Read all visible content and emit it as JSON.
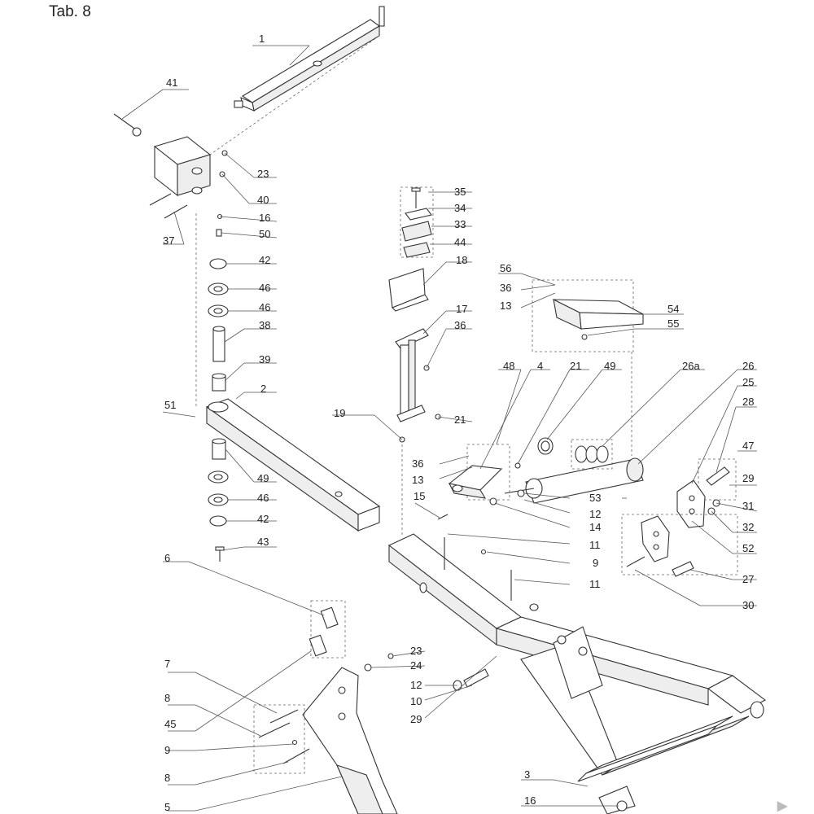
{
  "header": {
    "title": "Tab. 8"
  },
  "callouts": [
    {
      "id": "c1",
      "label": "1"
    },
    {
      "id": "c41",
      "label": "41"
    },
    {
      "id": "c23a",
      "label": "23"
    },
    {
      "id": "c40",
      "label": "40"
    },
    {
      "id": "c16a",
      "label": "16"
    },
    {
      "id": "c37",
      "label": "37"
    },
    {
      "id": "c50",
      "label": "50"
    },
    {
      "id": "c42a",
      "label": "42"
    },
    {
      "id": "c46a",
      "label": "46"
    },
    {
      "id": "c46b",
      "label": "46"
    },
    {
      "id": "c38",
      "label": "38"
    },
    {
      "id": "c39",
      "label": "39"
    },
    {
      "id": "c51",
      "label": "51"
    },
    {
      "id": "c2",
      "label": "2"
    },
    {
      "id": "c49a",
      "label": "49"
    },
    {
      "id": "c46c",
      "label": "46"
    },
    {
      "id": "c42b",
      "label": "42"
    },
    {
      "id": "c43",
      "label": "43"
    },
    {
      "id": "c6",
      "label": "6"
    },
    {
      "id": "c35",
      "label": "35"
    },
    {
      "id": "c34",
      "label": "34"
    },
    {
      "id": "c33",
      "label": "33"
    },
    {
      "id": "c44",
      "label": "44"
    },
    {
      "id": "c18",
      "label": "18"
    },
    {
      "id": "c17",
      "label": "17"
    },
    {
      "id": "c36a",
      "label": "36"
    },
    {
      "id": "c21a",
      "label": "21"
    },
    {
      "id": "c19",
      "label": "19"
    },
    {
      "id": "c56",
      "label": "56"
    },
    {
      "id": "c36b",
      "label": "36"
    },
    {
      "id": "c13a",
      "label": "13"
    },
    {
      "id": "c54",
      "label": "54"
    },
    {
      "id": "c55",
      "label": "55"
    },
    {
      "id": "c48",
      "label": "48"
    },
    {
      "id": "c4",
      "label": "4"
    },
    {
      "id": "c21b",
      "label": "21"
    },
    {
      "id": "c49b",
      "label": "49"
    },
    {
      "id": "c26a",
      "label": "26a"
    },
    {
      "id": "c26",
      "label": "26"
    },
    {
      "id": "c25",
      "label": "25"
    },
    {
      "id": "c28",
      "label": "28"
    },
    {
      "id": "c47",
      "label": "47"
    },
    {
      "id": "c29a",
      "label": "29"
    },
    {
      "id": "c31",
      "label": "31"
    },
    {
      "id": "c32",
      "label": "32"
    },
    {
      "id": "c52",
      "label": "52"
    },
    {
      "id": "c36c",
      "label": "36"
    },
    {
      "id": "c13b",
      "label": "13"
    },
    {
      "id": "c15",
      "label": "15"
    },
    {
      "id": "c53",
      "label": "53"
    },
    {
      "id": "c12a",
      "label": "12"
    },
    {
      "id": "c14",
      "label": "14"
    },
    {
      "id": "c11a",
      "label": "11"
    },
    {
      "id": "c9a",
      "label": "9"
    },
    {
      "id": "c11b",
      "label": "11"
    },
    {
      "id": "c27",
      "label": "27"
    },
    {
      "id": "c30",
      "label": "30"
    },
    {
      "id": "c23b",
      "label": "23"
    },
    {
      "id": "c24",
      "label": "24"
    },
    {
      "id": "c12b",
      "label": "12"
    },
    {
      "id": "c10",
      "label": "10"
    },
    {
      "id": "c29b",
      "label": "29"
    },
    {
      "id": "c7",
      "label": "7"
    },
    {
      "id": "c8a",
      "label": "8"
    },
    {
      "id": "c45",
      "label": "45"
    },
    {
      "id": "c9b",
      "label": "9"
    },
    {
      "id": "c8b",
      "label": "8"
    },
    {
      "id": "c5",
      "label": "5"
    },
    {
      "id": "c3",
      "label": "3"
    },
    {
      "id": "c16b",
      "label": "16"
    }
  ]
}
